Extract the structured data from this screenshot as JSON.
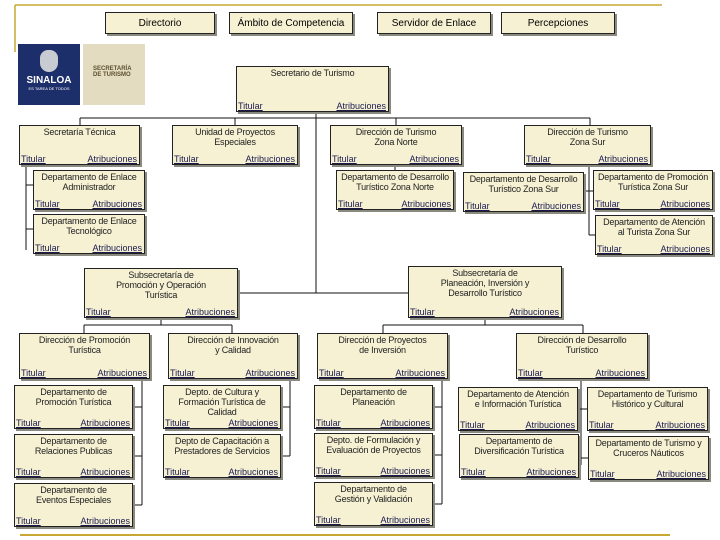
{
  "colors": {
    "box_fill": "#f6f1d3",
    "gold_line": "#c8a832",
    "logo_blue": "#1d2f6b",
    "logo_beige": "#e4dcc0"
  },
  "nav": [
    "Directorio",
    "Ámbito de Competencia",
    "Servidor de Enlace",
    "Percepciones"
  ],
  "logo": {
    "state": "SINALOA",
    "slogan": "ES TAREA DE TODOS",
    "dept": "SECRETARÍA\nDE TURISMO"
  },
  "labels": {
    "titular": "Titular",
    "atribuciones": "Atribuciones"
  },
  "units": [
    "Secretario de Turismo",
    "Secretaría Técnica",
    "Unidad de Proyectos\nEspeciales",
    "Dirección de Turismo\nZona Norte",
    "Dirección de Turismo\nZona Sur",
    "Departamento de Enlace\nAdministrador",
    "Departamento de Enlace\nTecnológico",
    "Departamento de Desarrollo\nTurístico Zona Norte",
    "Departamento de Desarrollo\nTurístico Zona Sur",
    "Departamento de Promoción\nTurística Zona Sur",
    "Departamento de Atención\nal Turista Zona Sur",
    "Subsecretaría de\nPromoción y Operación\nTurística",
    "Subsecretaría de\nPlaneación, Inversión y\nDesarrollo Turístico",
    "Dirección de Promoción\nTurística",
    "Dirección de Innovación\ny Calidad",
    "Dirección de Proyectos\nde Inversión",
    "Dirección de Desarrollo\nTurístico",
    "Departamento de\nPromoción Turística",
    "Departamento de\nRelaciones Publicas",
    "Departamento de\nEventos Especiales",
    "Depto. de Cultura y\nFormación Turística de\nCalidad",
    "Depto de Capacitación a\nPrestadores de Servicios",
    "Departamento de\nPlaneación",
    "Depto. de Formulación y\nEvaluación de Proyectos",
    "Departamento de\nGestión y Validación",
    "Departamento de Atención\ne Información Turística",
    "Departamento de\nDiversificación Turística",
    "Departamento de Turismo\nHistórico y Cultural",
    "Departamento de Turismo y\nCruceros Náuticos"
  ]
}
